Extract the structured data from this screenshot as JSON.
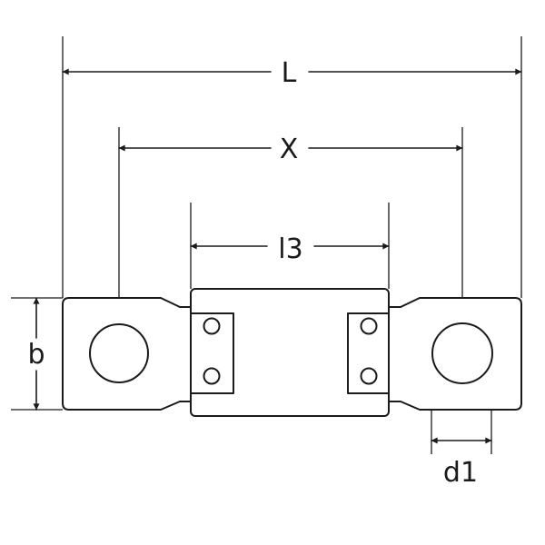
{
  "labels": {
    "overall_length": "L",
    "hole_spacing": "X",
    "body_length": "l3",
    "width": "b",
    "hole_diameter": "d1"
  },
  "colors": {
    "line": "#1a1a1a",
    "background": "#ffffff"
  }
}
